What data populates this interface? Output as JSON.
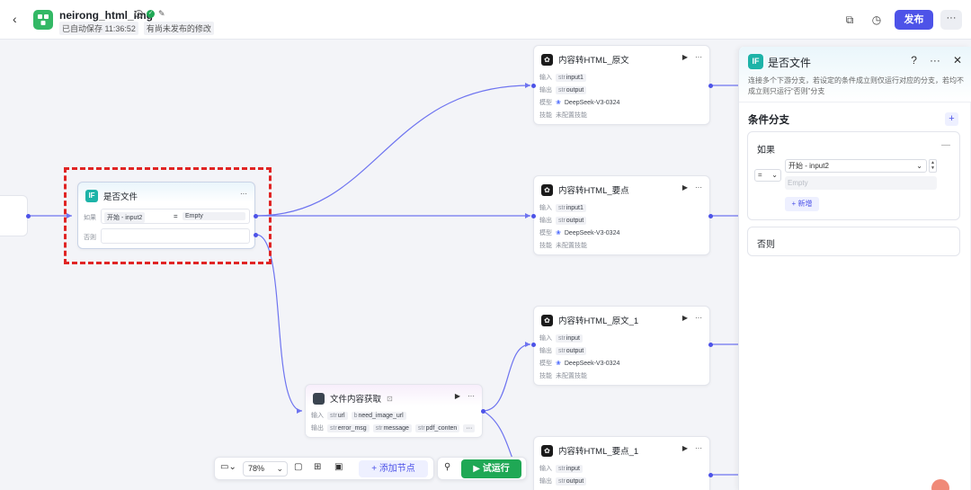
{
  "topbar": {
    "app_name": "neirong_html_img",
    "autosave": "已自动保存 11:36:52",
    "unpublished": "有尚未发布的修改",
    "publish_label": "发布",
    "more": "···"
  },
  "nodes": {
    "html_original": {
      "title": "内容转HTML_原文",
      "input_label": "输入",
      "input_type": "str",
      "input_value": "input1",
      "output_label": "输出",
      "output_type": "str",
      "output_value": "output",
      "model_label": "模型",
      "model_value": "DeepSeek-V3-0324",
      "skill_label": "技能",
      "skill_value": "未配置技能"
    },
    "html_points": {
      "title": "内容转HTML_要点",
      "input_label": "输入",
      "input_type": "str",
      "input_value": "input1",
      "output_label": "输出",
      "output_type": "str",
      "output_value": "output",
      "model_label": "模型",
      "model_value": "DeepSeek-V3-0324",
      "skill_label": "技能",
      "skill_value": "未配置技能"
    },
    "html_original_1": {
      "title": "内容转HTML_原文_1",
      "input_label": "输入",
      "input_type": "str",
      "input_value": "input",
      "output_label": "输出",
      "output_type": "str",
      "output_value": "output",
      "model_label": "模型",
      "model_value": "DeepSeek-V3-0324",
      "skill_label": "技能",
      "skill_value": "未配置技能"
    },
    "html_points_1": {
      "title": "内容转HTML_要点_1",
      "input_label": "输入",
      "input_type": "str",
      "input_value": "input",
      "output_label": "输出",
      "output_type": "str",
      "output_value": "output"
    },
    "if_node": {
      "title": "是否文件",
      "badge": "IF",
      "if_label": "如果",
      "else_label": "否则",
      "var": "开始 - input2",
      "op": "=",
      "value": "Empty"
    },
    "file_node": {
      "title": "文件内容获取",
      "input_label": "输入",
      "in1_type": "str",
      "in1": "url",
      "in2_type": "b",
      "in2": "need_image_url",
      "output_label": "输出",
      "out1_type": "str",
      "out1": "error_msg",
      "out2_type": "str",
      "out2": "message",
      "out3_type": "str",
      "out3": "pdf_conten"
    }
  },
  "toolbar": {
    "zoom": "78%",
    "add_node": "添加节点",
    "run": "试运行"
  },
  "panel": {
    "badge": "IF",
    "title": "是否文件",
    "description": "连接多个下游分支，若设定的条件成立则仅运行对应的分支，若均不成立则只运行“否则”分支",
    "section_title": "条件分支",
    "if_label": "如果",
    "op": "=",
    "var": "开始 - input2",
    "value_placeholder": "Empty",
    "add_condition": "+ 新增",
    "else_label": "否则"
  },
  "colors": {
    "accent": "#4d53e8",
    "run_green": "#1fa855",
    "if_badge": "#1db3a8",
    "highlight": "#e02424"
  }
}
